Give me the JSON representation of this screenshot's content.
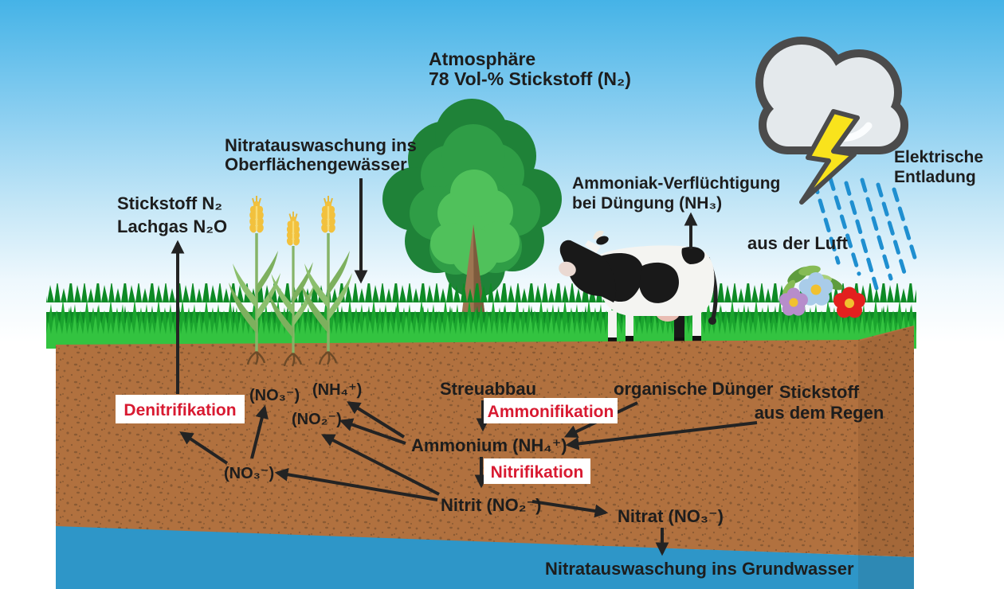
{
  "colors": {
    "sky_top": "#45b3e7",
    "grass": "#1ba52e",
    "soil": "#b1713f",
    "soil_speckle": "#8a5a33",
    "water": "#2e96c8",
    "accent_red": "#d81a31",
    "text": "#1d1d1d",
    "rain_blue": "#1f8fd0",
    "lightning_yellow": "#f9e31c"
  },
  "atmosphere": {
    "line1": "Atmosphäre",
    "line2": "78 Vol-% Stickstoff (N₂)"
  },
  "discharge": {
    "line1": "Elektrische",
    "line2": "Entladung"
  },
  "surface_leaching": {
    "line1": "Nitratauswaschung ins",
    "line2": "Oberflächengewässer"
  },
  "gas_release": {
    "line1": "Stickstoff N₂",
    "line2": "Lachgas N₂O"
  },
  "ammonia": {
    "line1": "Ammoniak-Verflüchtigung",
    "line2": "bei Düngung (NH₃)"
  },
  "from_air": {
    "label": "aus der Luft"
  },
  "soil": {
    "denitrifikation": "Denitrifikation",
    "ammonifikation": "Ammonifikation",
    "nitrifikation": "Nitrifikation",
    "no3_upper": "(NO₃⁻)",
    "nh4_upper": "(NH₄⁺)",
    "no2_upper": "(NO₂⁻)",
    "no3_lower": "(NO₃⁻)",
    "streuabbau": "Streuabbau",
    "ammonium": "Ammonium (NH₄⁺)",
    "nitrit": "Nitrit (NO₂⁻)",
    "nitrat": "Nitrat (NO₃⁻)",
    "organic_fertilizer": "organische Dünger",
    "rain_nitrogen_line1": "Stickstoff",
    "rain_nitrogen_line2": "aus dem Regen"
  },
  "groundwater": {
    "leaching": "Nitratauswaschung ins Grundwasser"
  }
}
